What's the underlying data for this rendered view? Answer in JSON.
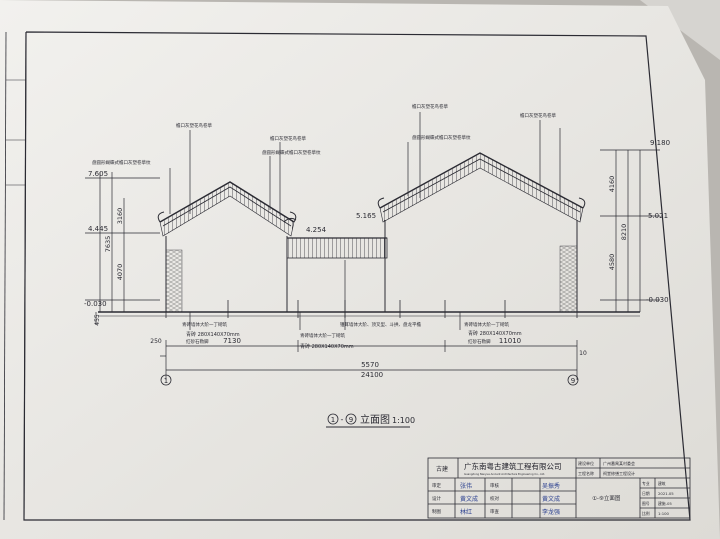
{
  "drawing": {
    "title": "①-⑨立面图 1:100",
    "title_circled_start": "①",
    "title_dash": "-",
    "title_circled_end": "⑨",
    "title_text": "立面图",
    "scale": "1:100"
  },
  "elevations": {
    "left": [
      "7.605",
      "4.445",
      "-0.030"
    ],
    "right": [
      "9.180",
      "5.021",
      "-0.030"
    ],
    "mid": [
      "4.254",
      "5.165"
    ]
  },
  "vertical_dims": {
    "left_a": [
      "3160",
      "4070"
    ],
    "left_b": [
      "7635"
    ],
    "left_base": "455",
    "right_a": [
      "4160",
      "4580"
    ],
    "right_b": [
      "8210"
    ]
  },
  "horizontal_dims": {
    "segments": [
      "7130",
      "5570",
      "11010"
    ],
    "total": "24100",
    "small_left": "250",
    "small_right": "10"
  },
  "axes": {
    "left": "1",
    "right": "9"
  },
  "annotations": {
    "top_left": "檐口灰塑花鸟卷草",
    "top_mid": "檐口灰塑花鸟卷草",
    "top_right_a": "檐口灰塑花鸟卷草",
    "top_right_b": "檐口灰塑花鸟卷草",
    "ridge_left": "盘圆形蝴蝶式檐口灰塑卷草纹",
    "ridge_mid": "盘圆形蝴蝶式檐口灰塑卷草纹",
    "ridge_right": "盘圆形蝴蝶式檐口灰塑卷草纹",
    "bottom_1": "青砖墙体大阶一丁砌筑",
    "bottom_1_size": "青砖 280X140X70mm",
    "bottom_1_b": "青砖 280X140X70mm",
    "bottom_1_c": "红砂石勒脚",
    "bottom_2": "青砖墙体大阶一丁砌筑",
    "bottom_2_size": "青砖 280X140X70mm",
    "bottom_3": "镬耳墙体大阶、顶叉型、斗拱、盘龙平檐",
    "bottom_4": "青砖墙体大阶一丁砌筑",
    "bottom_4_size": "青砖 280X140X70mm",
    "bottom_4_c": "红砂石勒脚"
  },
  "title_block": {
    "company_cn": "广东南粤古建筑工程有限公司",
    "company_en": "Guangdong Nanyue Ancient Architecture Engineering Co., Ltd.",
    "logo_text": "古建",
    "rows": [
      {
        "label": "审定",
        "sign": "张伟",
        "label2": "审核",
        "sign2": "吴振秀"
      },
      {
        "label": "设计",
        "sign": "黄文成",
        "label2": "校对",
        "sign2": "黄文成"
      },
      {
        "label": "制图",
        "sign": "林红",
        "label2": "审查",
        "sign2": "李龙强"
      }
    ],
    "project_label": "建设单位",
    "project_value": "广州番禺某村委会",
    "project2_label": "工程名称",
    "project2_value": "祠堂修缮工程设计",
    "drawing_name": "①-⑨立面图",
    "meta": [
      {
        "k": "专业",
        "v": "建筑"
      },
      {
        "k": "日期",
        "v": "2021.05"
      },
      {
        "k": "图号",
        "v": "建施-05"
      },
      {
        "k": "比例",
        "v": "1:100"
      }
    ]
  },
  "colors": {
    "paper": "#ecebe8",
    "ink": "#2b2b33",
    "red": "#c0392b",
    "blue_sign": "#2a3f8f"
  }
}
